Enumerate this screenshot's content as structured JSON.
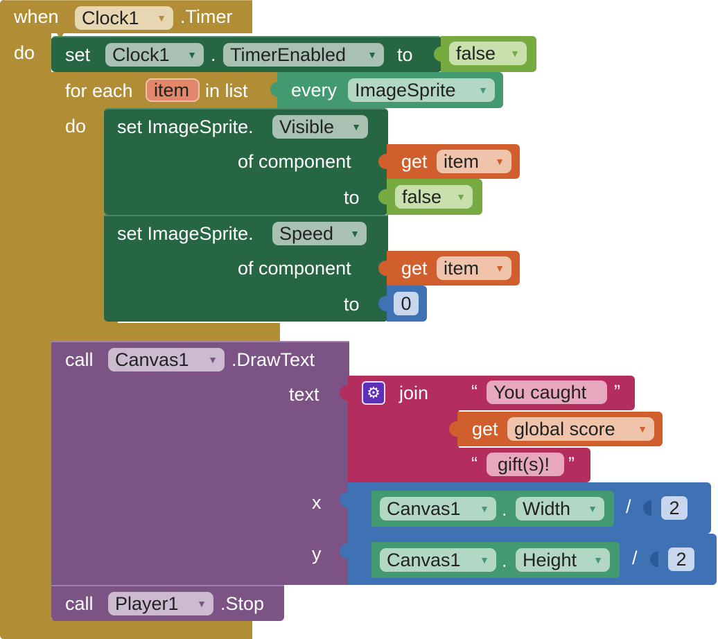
{
  "colors": {
    "control": "#b18e35",
    "setter": "#266643",
    "boolean": "#77ab41",
    "any_component": "#439970",
    "variable": "#d05f2d",
    "math": "#3f71b5",
    "text": "#b32d5e",
    "call": "#7c5385"
  },
  "event": {
    "when_label": "when",
    "component": "Clock1",
    "event_name": ".Timer",
    "do_label": "do"
  },
  "set_timer": {
    "set_label": "set",
    "component": "Clock1",
    "dot": ".",
    "property": "TimerEnabled",
    "to_label": "to",
    "value": "false"
  },
  "for_each": {
    "for_each_label": "for each",
    "var_name": "item",
    "in_list_label": "in list",
    "every_label": "every",
    "every_component": "ImageSprite",
    "do_label": "do"
  },
  "set_visible": {
    "set_label": "set ImageSprite.",
    "property": "Visible",
    "of_component_label": "of component",
    "get_label": "get",
    "var": "item",
    "to_label": "to",
    "value": "false"
  },
  "set_speed": {
    "set_label": "set ImageSprite.",
    "property": "Speed",
    "of_component_label": "of component",
    "get_label": "get",
    "var": "item",
    "to_label": "to",
    "value": "0"
  },
  "draw_text": {
    "call_label": "call",
    "component": "Canvas1",
    "method": ".DrawText",
    "text_label": "text",
    "join_label": "join",
    "open_quote": "“",
    "close_quote": "”",
    "string1": "You caught",
    "get_label": "get",
    "global_var": "global score",
    "string2": "gift(s)!",
    "x_label": "x",
    "y_label": "y",
    "x_component": "Canvas1",
    "x_property": "Width",
    "y_component": "Canvas1",
    "y_property": "Height",
    "dot": ".",
    "divide": "/",
    "x_divisor": "2",
    "y_divisor": "2"
  },
  "player_stop": {
    "call_label": "call",
    "component": "Player1",
    "method": ".Stop"
  },
  "icons": {
    "dropdown": "dropdown-arrow-icon",
    "mutator": "gear-icon"
  }
}
